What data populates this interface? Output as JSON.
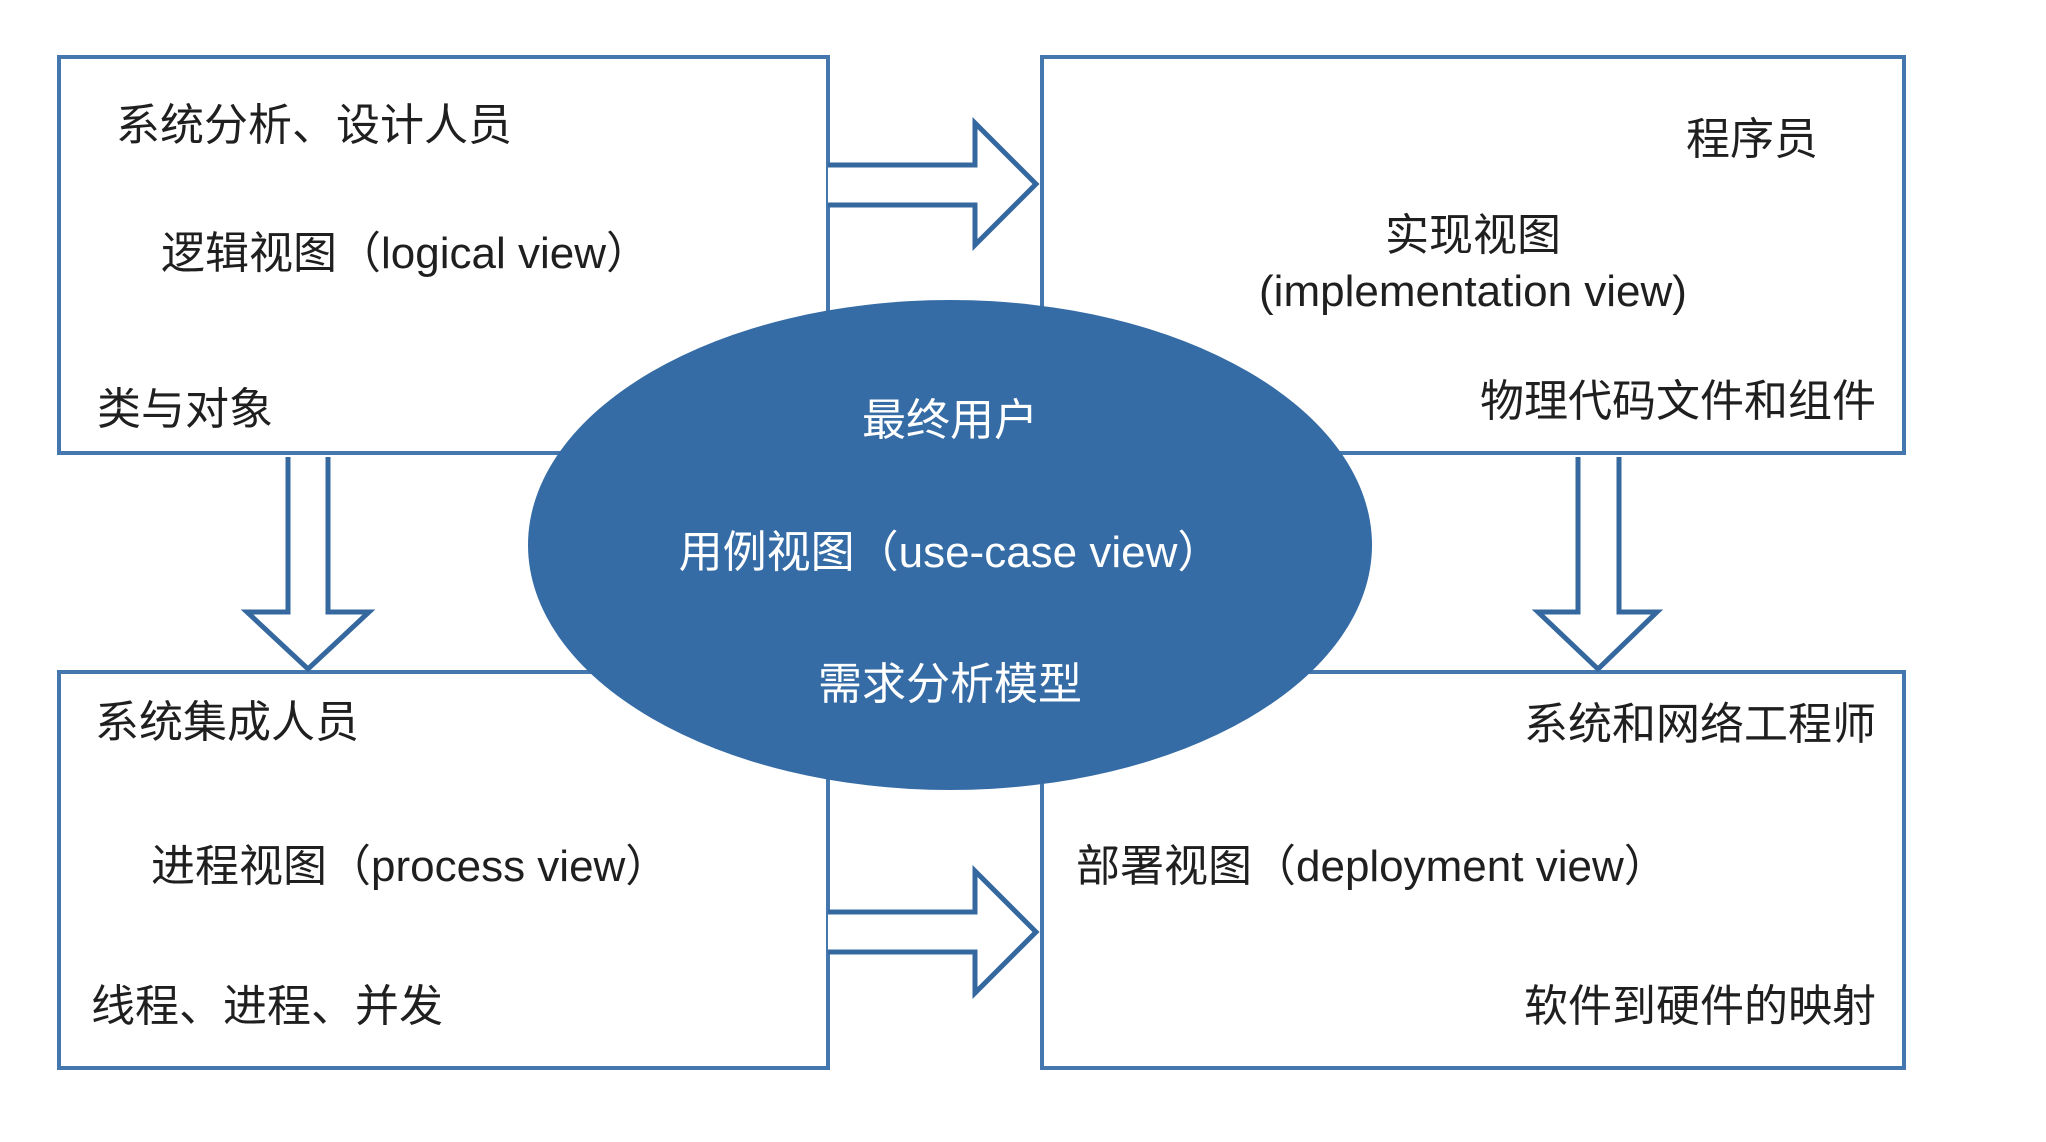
{
  "colors": {
    "background": "#ffffff",
    "box_border": "#4477ad",
    "arrow_stroke": "#34689e",
    "ellipse_fill": "#356ca5",
    "box_text": "#1f1f1f",
    "ellipse_text": "#ffffff"
  },
  "quadrants": {
    "top_left": {
      "role": "系统分析、设计人员",
      "view": "逻辑视图（logical view）",
      "artifact": "类与对象"
    },
    "top_right": {
      "role": "程序员",
      "view_cn": "实现视图",
      "view_en": "(implementation view)",
      "artifact": "物理代码文件和组件"
    },
    "bottom_left": {
      "role": "系统集成人员",
      "view": "进程视图（process view）",
      "artifact": "线程、进程、并发"
    },
    "bottom_right": {
      "role": "系统和网络工程师",
      "view": "部署视图（deployment view）",
      "artifact": "软件到硬件的映射"
    }
  },
  "center_ellipse": {
    "audience": "最终用户",
    "view": "用例视图（use-case view）",
    "artifact": "需求分析模型"
  },
  "icons": {
    "top_connector": "right-block-arrow",
    "bottom_connector": "right-block-arrow",
    "left_connector": "down-block-arrow",
    "right_connector": "down-block-arrow"
  }
}
